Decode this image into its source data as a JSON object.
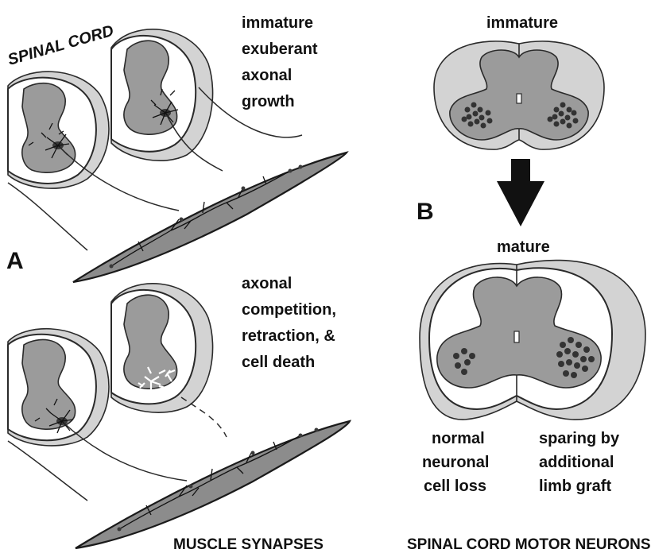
{
  "panel_a": {
    "letter": "A",
    "spinal_cord_label": "SPINAL CORD",
    "top_caption": [
      "immature",
      "exuberant",
      "axonal",
      "growth"
    ],
    "bottom_caption": [
      "axonal",
      "competition,",
      "retraction, &",
      "cell death"
    ],
    "footer": "MUSCLE SYNAPSES"
  },
  "panel_b": {
    "letter": "B",
    "top_label": "immature",
    "mature_label": "mature",
    "left_caption": [
      "normal",
      "neuronal",
      "cell loss"
    ],
    "right_caption": [
      "sparing by",
      "additional",
      "limb graft"
    ],
    "footer": "SPINAL CORD MOTOR NEURONS"
  }
}
